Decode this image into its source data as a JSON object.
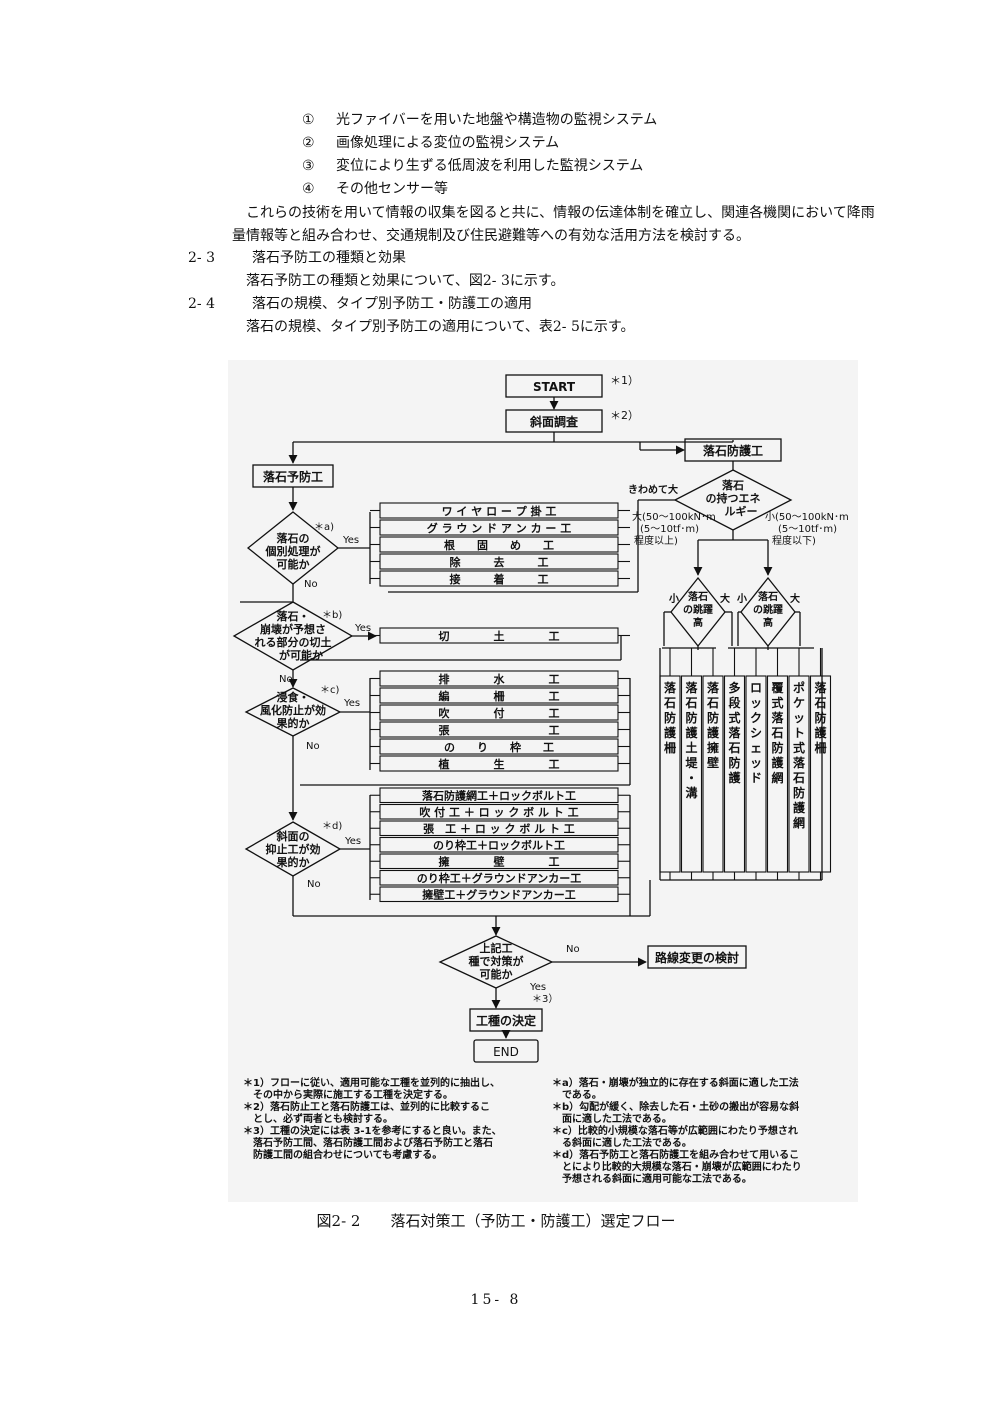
{
  "list": [
    {
      "num": "①",
      "text": "光ファイバーを用いた地盤や構造物の監視システム"
    },
    {
      "num": "②",
      "text": "画像処理による変位の監視システム"
    },
    {
      "num": "③",
      "text": "変位により生ずる低周波を利用した監視システム"
    },
    {
      "num": "④",
      "text": "その他センサー等"
    }
  ],
  "para1": "これらの技術を用いて情報の収集を図ると共に、情報の伝達体制を確立し、関連各機関において降雨",
  "para2": "量情報等と組み合わせ、交通規制及び住民避難等への有効な活用方法を検討する。",
  "sec23": {
    "num": "2- 3",
    "title": "落石予防工の種類と効果",
    "body": "落石予防工の種類と効果について、図2- 3に示す。"
  },
  "sec24": {
    "num": "2- 4",
    "title": "落石の規模、タイプ別予防工・防護工の適用",
    "body": "落石の規模、タイプ別予防工の適用について、表2- 5に示す。"
  },
  "flow": {
    "start": "START",
    "star1": "＊1）",
    "slope": "斜面調査",
    "star2": "＊2）",
    "bougo": "落石防護工",
    "yobou": "落石予防工",
    "energy": [
      "落石",
      "の持つエネ",
      "ルギー"
    ],
    "kiwamete": "きわめて大",
    "large_energy": [
      "大(50～100kN･m",
      "(5～10tf･m)",
      "程度以上)"
    ],
    "small_energy": [
      "小(50～100kN･m",
      "(5～10tf･m)",
      "程度以下)"
    ],
    "jump": [
      "落石",
      "の跳躍",
      "高"
    ],
    "small": "小",
    "large": "大",
    "d1": [
      "落石の",
      "個別処理が",
      "可能か"
    ],
    "d1star": "＊a)",
    "d2": [
      "落石・",
      "崩壊が予想さ",
      "れる部分の切土",
      "が可能か"
    ],
    "d2star": "＊b)",
    "d3": [
      "浸食・",
      "風化防止が効",
      "果的か"
    ],
    "d3star": "＊c)",
    "d4": [
      "斜面の",
      "抑止工が効",
      "果的か"
    ],
    "d4star": "＊d)",
    "d5": [
      "上記工",
      "種で対策が",
      "可能か"
    ],
    "d5star": "＊3）",
    "yes": "Yes",
    "no": "No",
    "g1": [
      "ワ イ ヤ ロ ー プ 掛 工",
      "グ ラ ウ ン ド ア ン カ ー 工",
      "根　　固　　め　　工",
      "除　　　去　　　工",
      "接　　　着　　　工"
    ],
    "g2": [
      "切　　　　土　　　　工"
    ],
    "g3": [
      "排　　　　水　　　　工",
      "編　　　　柵　　　　工",
      "吹　　　　付　　　　工",
      "張　　　　　　　　　工",
      "の　　り　　枠　　工",
      "植　　　　生　　　　工"
    ],
    "g4": [
      "落石防護網工＋ロックボルト工",
      "吹 付 工 ＋ ロ ッ ク ボ ル ト 工",
      "張　工 ＋ ロ ッ ク ボ ル ト 工",
      "のり枠工＋ロックボルト工",
      "擁　　　　壁　　　　工",
      "のり枠工＋グラウンドアンカー工",
      "擁壁工＋グラウンドアンカー工"
    ],
    "cols": [
      "落石防護柵",
      "落石防護土堤・溝",
      "落石防護擁壁",
      "多段式落石防護",
      "ロックシェッド",
      "覆式落石防護網",
      "ポケット式落石防護網",
      "落石防護柵"
    ],
    "route": "路線変更の検討",
    "decide": "工種の決定",
    "end": "END"
  },
  "notes_left": [
    "＊1）フローに従い、適用可能な工種を並列的に抽出し、",
    "　その中から実際に施工する工種を決定する。",
    "＊2）落石防止工と落石防護工は、並列的に比較するこ",
    "　とし、必ず両者とも検討する。",
    "＊3）工種の決定には表 3-1を参考にすると良い。また、",
    "　落石予防工間、落石防護工間および落石予防工と落石",
    "　防護工間の組合わせについても考慮する。"
  ],
  "notes_right": [
    "＊a）落石・崩壊が独立的に存在する斜面に適した工法",
    "　である。",
    "＊b）勾配が緩く、除去した石・土砂の搬出が容易な斜",
    "　面に適した工法である。",
    "＊c）比較的小規模な落石等が広範囲にわたり予想され",
    "　る斜面に適した工法である。",
    "＊d）落石予防工と落石防護工を組み合わせて用いるこ",
    "　とにより比較的大規模な落石・崩壊が広範囲にわたり",
    "　予想される斜面に適用可能な工法である。"
  ],
  "caption": "図2- 2　　落石対策工（予防工・防護工）選定フロー",
  "page": "15- 8"
}
